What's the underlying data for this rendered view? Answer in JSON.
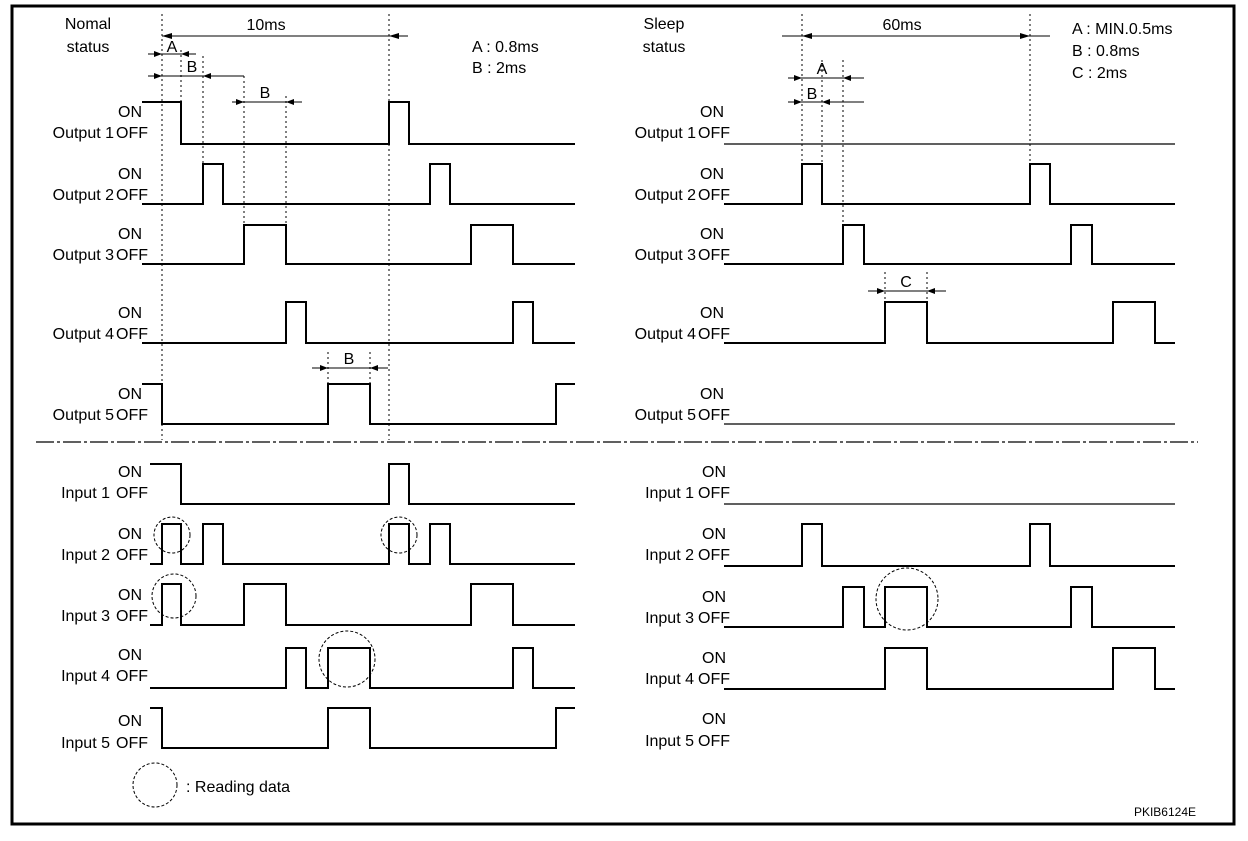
{
  "labels": {
    "on": "ON",
    "off": "OFF",
    "outputs": [
      "Output 1",
      "Output 2",
      "Output 3",
      "Output 4",
      "Output 5"
    ],
    "inputs": [
      "Input 1",
      "Input 2",
      "Input 3",
      "Input 4",
      "Input 5"
    ]
  },
  "normal": {
    "status_line1": "Nomal",
    "status_line2": "status",
    "period_label": "10ms",
    "legend": [
      "A : 0.8ms",
      "B : 2ms"
    ],
    "dim_a": "A",
    "dim_b": "B",
    "dim_b2": "B",
    "dim_b3": "B"
  },
  "sleep": {
    "status_line1": "Sleep",
    "status_line2": "status",
    "period_label": "60ms",
    "legend": [
      "A : MIN.0.5ms",
      "B : 0.8ms",
      "C : 2ms"
    ],
    "dim_a": "A",
    "dim_b": "B",
    "dim_c": "C"
  },
  "legend_reading": ": Reading data",
  "figure_code": "PKIB6124E"
}
